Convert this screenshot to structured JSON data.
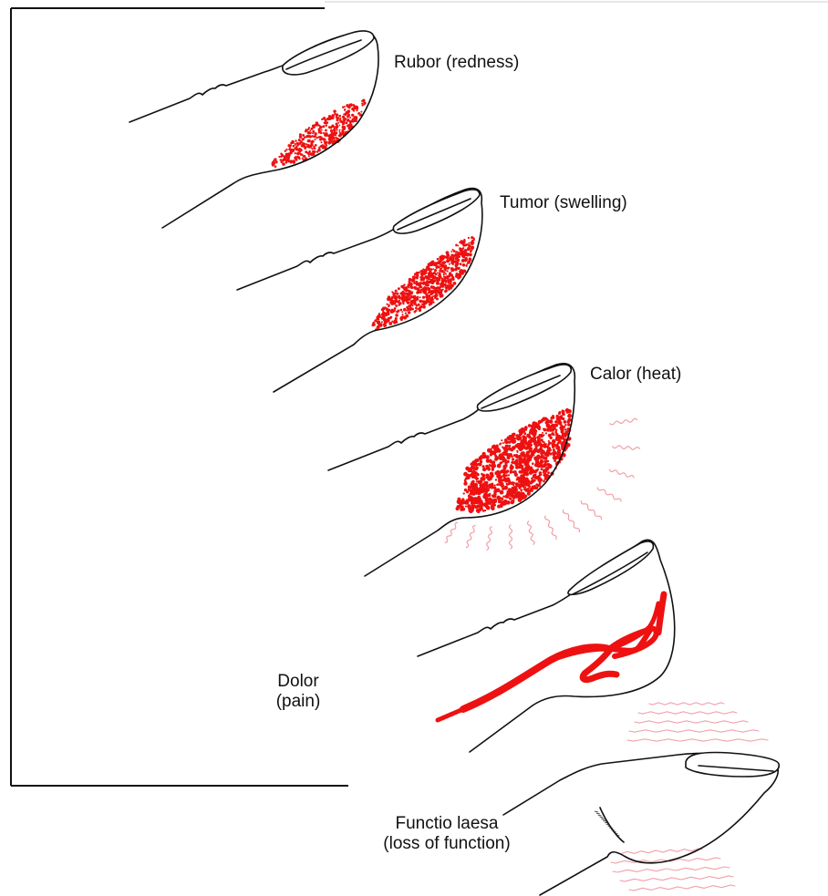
{
  "labels": {
    "rubor": "Rubor (redness)",
    "tumor": "Tumor (swelling)",
    "calor": "Calor (heat)",
    "dolor_line1": "Dolor",
    "dolor_line2": "(pain)",
    "functio_line1": "Functio laesa",
    "functio_line2": "(loss of function)"
  },
  "colors": {
    "inflammation_red": "#ee1111",
    "heat_lines": "#f0a0a8",
    "outline": "#111111",
    "frame": "#111111",
    "background": "#ffffff"
  }
}
